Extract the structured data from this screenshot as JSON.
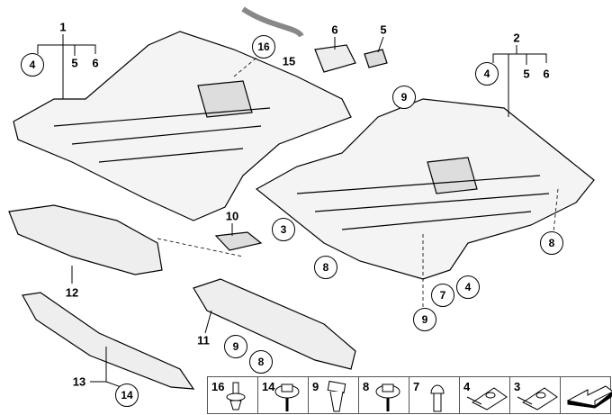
{
  "labels": [
    {
      "text": "1",
      "circled": false
    },
    {
      "text": "4",
      "circled": true
    },
    {
      "text": "5",
      "circled": false
    },
    {
      "text": "6",
      "circled": false
    },
    {
      "text": "16",
      "circled": true
    },
    {
      "text": "15",
      "circled": false
    },
    {
      "text": "6",
      "circled": false
    },
    {
      "text": "5",
      "circled": false
    },
    {
      "text": "9",
      "circled": true
    },
    {
      "text": "2",
      "circled": false
    },
    {
      "text": "4",
      "circled": true
    },
    {
      "text": "5",
      "circled": false
    },
    {
      "text": "6",
      "circled": false
    },
    {
      "text": "8",
      "circled": true
    },
    {
      "text": "3",
      "circled": true
    },
    {
      "text": "10",
      "circled": false
    },
    {
      "text": "8",
      "circled": true
    },
    {
      "text": "7",
      "circled": true
    },
    {
      "text": "4",
      "circled": true
    },
    {
      "text": "9",
      "circled": true
    },
    {
      "text": "12",
      "circled": false
    },
    {
      "text": "11",
      "circled": false
    },
    {
      "text": "9",
      "circled": true
    },
    {
      "text": "8",
      "circled": true
    },
    {
      "text": "13",
      "circled": false
    },
    {
      "text": "14",
      "circled": true
    }
  ],
  "legend": [
    {
      "number": "16",
      "icon": "push-rivet-icon"
    },
    {
      "number": "14",
      "icon": "hex-screw-icon"
    },
    {
      "number": "9",
      "icon": "expanding-nut-icon"
    },
    {
      "number": "8",
      "icon": "hex-screw-icon"
    },
    {
      "number": "7",
      "icon": "bolt-icon"
    },
    {
      "number": "4",
      "icon": "clip-nut-icon"
    },
    {
      "number": "3",
      "icon": "clip-nut-icon"
    },
    {
      "number": "",
      "icon": "direction-arrow-icon"
    }
  ]
}
